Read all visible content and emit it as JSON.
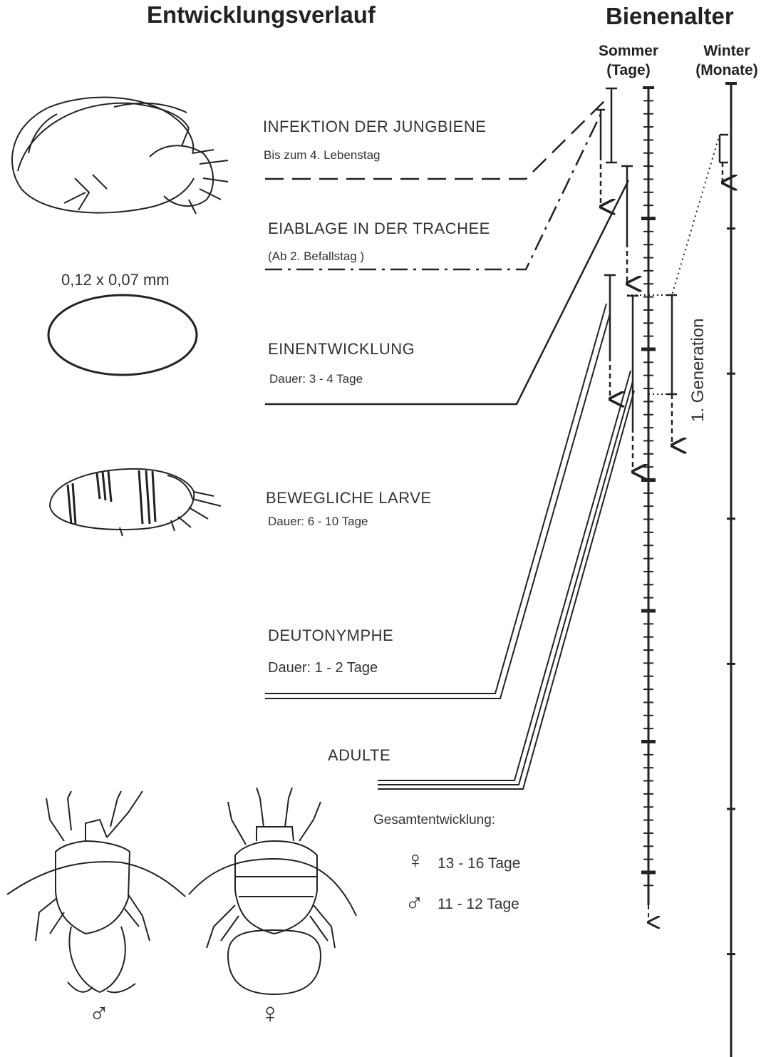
{
  "header": {
    "left_title": "Entwicklungsverlauf",
    "right_title": "Bienenalter",
    "summer_label": "Sommer",
    "summer_unit": "(Tage)",
    "winter_label": "Winter",
    "winter_unit": "(Monate)"
  },
  "stages": [
    {
      "label": "INFEKTION DER JUNGBIENE",
      "detail": "Bis zum 4. Lebenstag"
    },
    {
      "label": "EIABLAGE IN DER TRACHEE",
      "detail": "(Ab 2. Befallstag )"
    },
    {
      "label": "EINENTWICKLUNG",
      "detail": "Dauer: 3 - 4 Tage"
    },
    {
      "label": "BEWEGLICHE LARVE",
      "detail": "Dauer: 6 - 10 Tage"
    },
    {
      "label": "DEUTONYMPHE",
      "detail": "Dauer: 1 - 2 Tage"
    },
    {
      "label": "ADULTE",
      "detail": ""
    }
  ],
  "egg_size": "0,12 x 0,07 mm",
  "generation_label": "1. Generation",
  "total": {
    "heading": "Gesamtentwicklung:",
    "female_symbol": "♀",
    "female_value": "13 - 16 Tage",
    "male_symbol": "♂",
    "male_value": "11 - 12 Tage"
  },
  "male_caption": "♂",
  "female_caption": "♀",
  "colors": {
    "ink": "#222222",
    "text": "#333333",
    "background": "#ffffff"
  }
}
